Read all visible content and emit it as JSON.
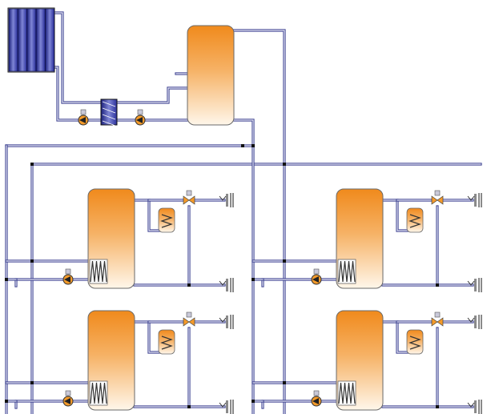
{
  "diagram": {
    "colors": {
      "pipe": "#3a3f8f",
      "pipe_highlight": "#e9ebf7",
      "tank_top": "#f08a1c",
      "tank_bottom": "#fff6ea",
      "collector": "#2a2f9a",
      "pump": "#f39a2a",
      "background": "#ffffff"
    },
    "components": {
      "solar_collector": {
        "icon": "solar-collector-icon",
        "panel_count": 5
      },
      "heat_exchanger": {
        "icon": "plate-heat-exchanger-icon"
      },
      "buffer_tank": {
        "icon": "buffer-tank-icon"
      },
      "storage_tanks": {
        "icon": "storage-tank-icon",
        "count": 4
      },
      "dhw_heaters": {
        "icon": "water-heater-icon",
        "count": 4
      },
      "pumps": {
        "icon": "circulation-pump-icon",
        "count": 6
      },
      "taps": {
        "icon": "tap-icon",
        "count": 8
      },
      "mixing_valves": {
        "icon": "mixing-valve-icon",
        "count": 4
      }
    }
  }
}
